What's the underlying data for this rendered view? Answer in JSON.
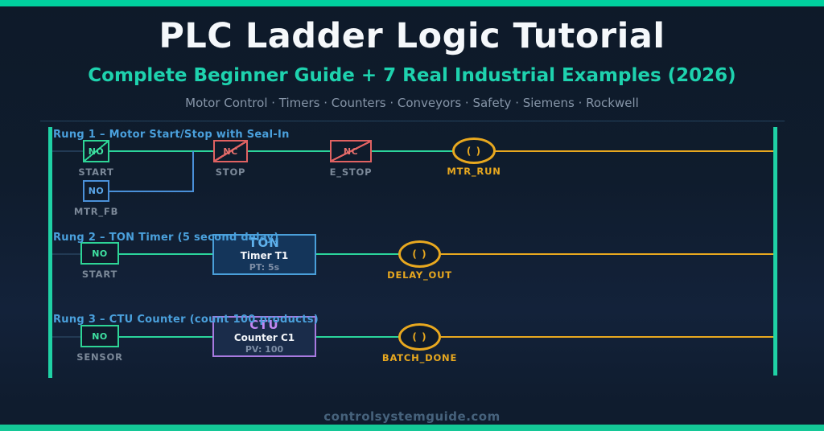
{
  "header": {
    "title": "PLC Ladder Logic Tutorial",
    "subtitle": "Complete Beginner Guide + 7 Real Industrial Examples (2026)",
    "tagline": "Motor Control · Timers · Counters · Conveyors · Safety · Siemens · Rockwell"
  },
  "colors": {
    "accent_teal": "#00d09e",
    "rail_teal": "#1fd1a5",
    "wire_green": "#2bd49b",
    "wire_amber": "#e8a81f",
    "branch_blue": "#4a90d9",
    "nc_red": "#e06262",
    "no_green": "#2ed596",
    "timer_blue": "#4a9fd9",
    "counter_purple": "#a87ae0",
    "rung_label_blue": "#4aa0dc",
    "tag_gray": "#7b8898"
  },
  "ladder": {
    "rung1": {
      "label": "Rung 1 – Motor Start/Stop with Seal-In",
      "start": {
        "symbol": "NO",
        "tag": "START"
      },
      "seal_in": {
        "symbol": "NO",
        "tag": "MTR_FB"
      },
      "stop": {
        "symbol": "NC",
        "tag": "STOP"
      },
      "estop": {
        "symbol": "NC",
        "tag": "E_STOP"
      },
      "coil": {
        "symbol": "( )",
        "tag": "MTR_RUN"
      }
    },
    "rung2": {
      "label": "Rung 2 – TON Timer (5 second delay)",
      "input": {
        "symbol": "NO",
        "tag": "START"
      },
      "block": {
        "type": "TON",
        "name": "Timer T1",
        "param": "PT: 5s"
      },
      "coil": {
        "symbol": "( )",
        "tag": "DELAY_OUT"
      }
    },
    "rung3": {
      "label": "Rung 3 – CTU Counter (count 100 products)",
      "input": {
        "symbol": "NO",
        "tag": "SENSOR"
      },
      "block": {
        "type": "CTU",
        "name": "Counter C1",
        "param": "PV: 100"
      },
      "coil": {
        "symbol": "( )",
        "tag": "BATCH_DONE"
      }
    }
  },
  "footer": {
    "website": "controlsystemguide.com"
  }
}
